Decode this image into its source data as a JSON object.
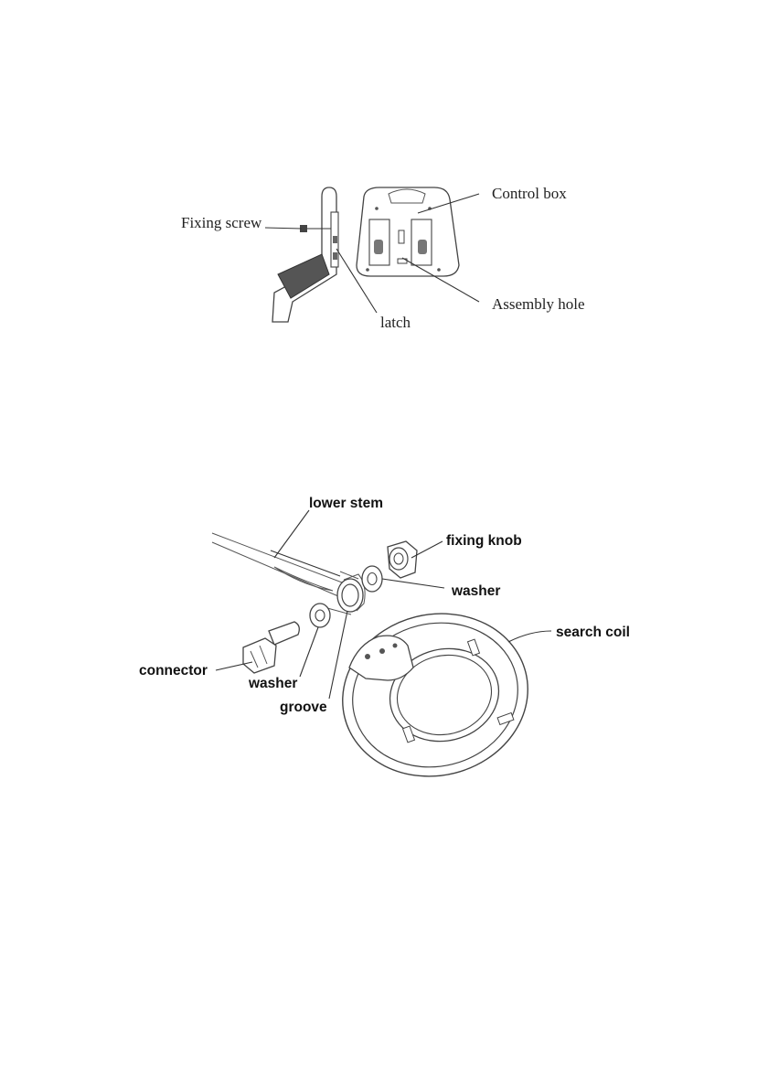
{
  "figure_1": {
    "labels": {
      "fixing_screw": "Fixing screw",
      "control_box": "Control box",
      "latch": "latch",
      "assembly_hole": "Assembly hole"
    }
  },
  "figure_2": {
    "labels": {
      "lower_stem": "lower stem",
      "fixing_knob": "fixing knob",
      "washer_right": "washer",
      "search_coil": "search coil",
      "connector": "connector",
      "washer_left": "washer",
      "groove": "groove"
    }
  }
}
